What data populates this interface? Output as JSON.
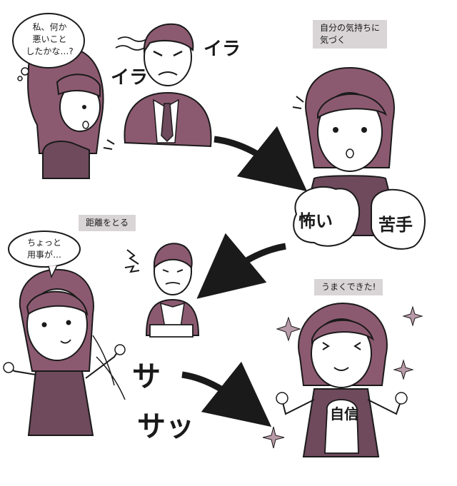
{
  "panels": {
    "panel1": {
      "thought": "私、何か\n悪いこと\nしたかな…?",
      "ira_left": "イラ",
      "ira_right": "イラ"
    },
    "panel2": {
      "caption": "自分の気持ちに\n気づく",
      "word_left": "怖い",
      "word_right": "苦手"
    },
    "panel3": {
      "caption": "距離をとる",
      "speech": "ちょっと\n用事が…",
      "sfx1": "サ",
      "sfx2": "サッ"
    },
    "panel4": {
      "caption": "うまくできた!",
      "shirt": "自信"
    }
  },
  "colors": {
    "hair": "#8c5a70",
    "ink": "#1a1a1a",
    "caption_bg": "#d9d5d7",
    "shirt": "#6e4a5c",
    "suit": "#8c5a70"
  }
}
